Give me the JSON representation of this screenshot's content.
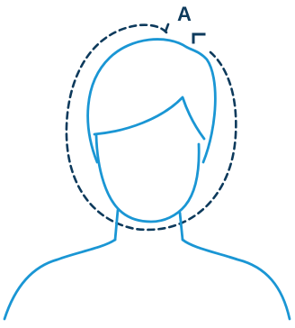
{
  "figure": {
    "label": "A",
    "colors": {
      "outline": "#1a96d4",
      "guide": "#0d3a5c",
      "label": "#0d3a5c",
      "background": "#ffffff"
    },
    "icons": {
      "head": "head-and-shoulders-silhouette",
      "guide": "dashed-oval-guide",
      "mark": "corner-bracket-mark"
    }
  }
}
